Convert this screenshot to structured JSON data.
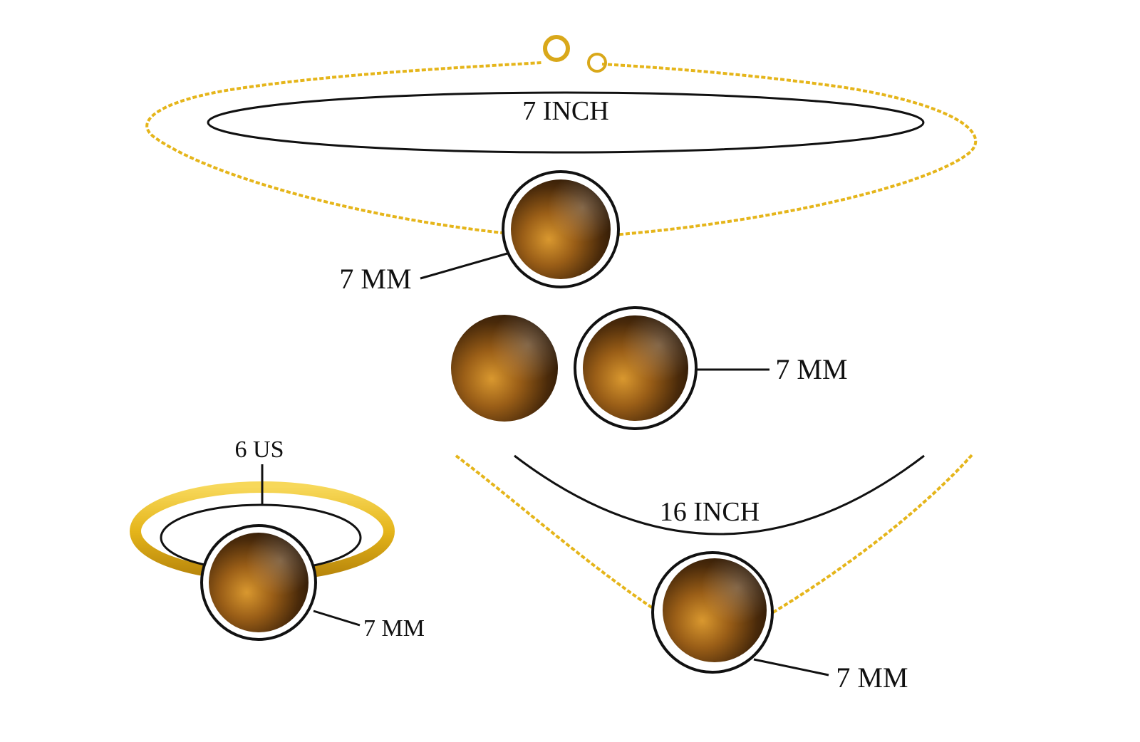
{
  "colors": {
    "background": "#ffffff",
    "gold": "#e5b51a",
    "gold_dark": "#b8860b",
    "gold_light": "#f7d85a",
    "stone_dark": "#2a1605",
    "stone_mid": "#7a4a12",
    "stone_light": "#c98a2a",
    "outline": "#111111"
  },
  "bracelet": {
    "length_label": "7 INCH",
    "stone_label": "7 MM"
  },
  "earrings": {
    "stone_label": "7 MM"
  },
  "ring": {
    "size_label": "6 US",
    "stone_label": "7 MM"
  },
  "necklace": {
    "length_label": "16 INCH",
    "stone_label": "7 MM"
  }
}
